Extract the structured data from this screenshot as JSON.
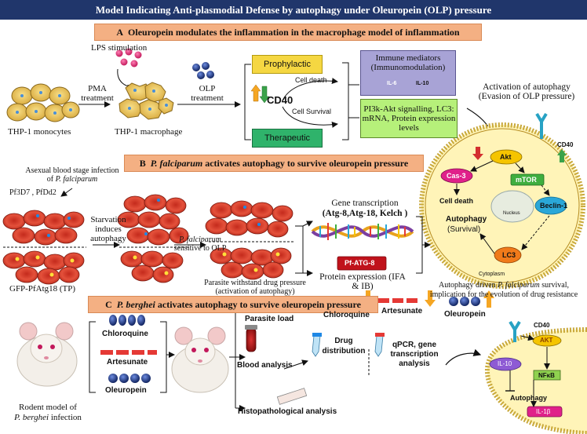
{
  "title": "Model Indicating Anti-plasmodial Defense by autophagy under Oleuropein (OLP) pressure",
  "sectionA": {
    "letter": "A",
    "heading": "Oleuropein modulates the inflammation in the macrophage model of inflammation",
    "lps": "LPS stimulation",
    "pma": "PMA treatment",
    "olp_treatment": "OLP treatment",
    "monocytes": "THP-1 monocytes",
    "macrophage": "THP-1 macrophage",
    "prophylactic": "Prophylactic",
    "therapeutic": "Therapeutic",
    "cd40": "CD40",
    "cell_death": "Cell death",
    "cell_survival": "Cell Survival",
    "immune_mediators": "Immune mediators (Immunomodulation)",
    "il6": "IL-6",
    "il10": "IL-10",
    "pi3k": "PI3k-Akt signalling, LC3: mRNA, Protein expression levels",
    "activation": "Activation of autophagy (Evasion of OLP pressure)"
  },
  "cell": {
    "cd40": "CD40",
    "akt": "Akt",
    "cas3": "Cas-3",
    "mtor": "mTOR",
    "cell_death": "Cell death",
    "nucleus": "Nucleus",
    "beclin": "Beclin-1",
    "autophagy": "Autophagy",
    "survival": "(Survival)",
    "lc3": "LC3",
    "cytoplasm": "Cytoplasm"
  },
  "sectionB": {
    "letter": "B",
    "heading_italic": "P. falciparum",
    "heading_rest": "activates autophagy to survive oleuropein pressure",
    "asexual": "Asexual blood stage infection of",
    "asexual_species": "P. falciparum",
    "strains": "Pf3D7 , PfDd2",
    "starvation": "Starvation induces autophagy",
    "gfp": "GFP-PfAtg18 (TP)",
    "sensitive_species": "P. falciparum",
    "sensitive": "sensitive to OLP",
    "withstand": "Parasite withstand drug pressure (activation of autophagy)",
    "gene_transcription": "Gene transcription",
    "genes": "(Atg-8,Atg-18, Kelch )",
    "pfatg8": "Pf-ATG-8",
    "protein": "Protein expression (IFA & IB)",
    "survival_line1": "Autophagy driven",
    "survival_species": "P. falciparum",
    "survival_line1b": "survival,",
    "survival_line2": "implication for the evolution of drug resistance"
  },
  "sectionC": {
    "letter": "C",
    "heading_italic": "P. berghei",
    "heading_rest": "activates autophagy to survive oleuropein pressure",
    "chloroquine": "Chloroquine",
    "artesunate": "Artesunate",
    "oleuropein": "Oleuropein",
    "rodent": "Rodent model of",
    "rodent_species": "P. berghei",
    "rodent_rest": "infection",
    "parasite_load": "Parasite load",
    "blood": "Blood analysis",
    "drug": "Drug distribution",
    "qpcr": "qPCR, gene transcription analysis",
    "histo": "Histopathological analysis",
    "cd40": "CD40",
    "akt": "AKT",
    "il10": "IL-10",
    "nfkb": "NFκB",
    "autophagy": "Autophagy",
    "il1b": "IL-1β"
  },
  "colors": {
    "title_bg": "#20366b",
    "section_bg": "#f4b083",
    "prophylactic": "#f5d742",
    "therapeutic": "#2fb36b",
    "immune": "#a8a3d6",
    "pi3k": "#b6f07a",
    "rbc": "#e0432f",
    "cell_fill": "#fff4b8",
    "cell_border": "#c9a93b",
    "arrow_up_orange": "#f5a623",
    "arrow_down_green": "#3aa34a"
  }
}
